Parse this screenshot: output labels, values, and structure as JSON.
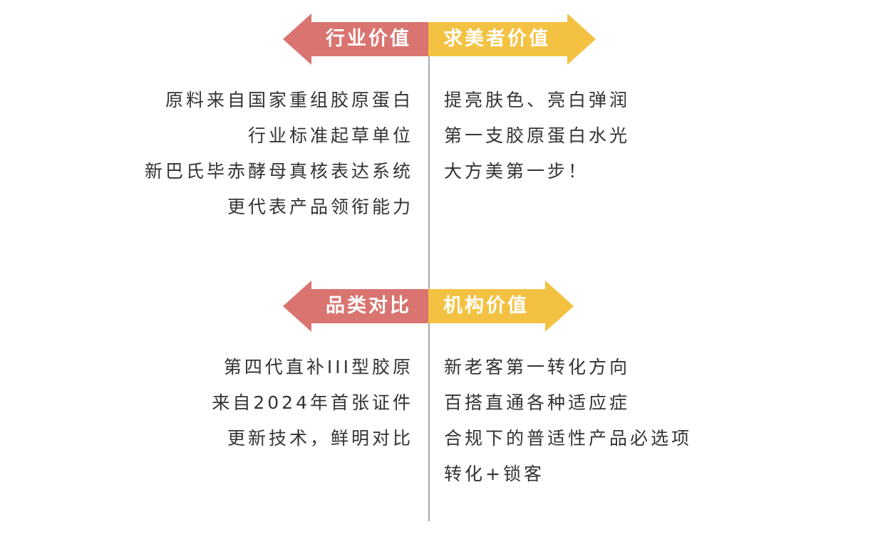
{
  "colors": {
    "industry": "#d97470",
    "value": "#f4c242",
    "divider": "#aaaaaa"
  },
  "sections": [
    {
      "left_label": "行业价值",
      "right_label": "求美者价值",
      "left_items": [
        "原料来自国家重组胶原蛋白",
        "行业标准起草单位",
        "新巴氏毕赤酵母真核表达系统",
        "更代表产品领衔能力"
      ],
      "right_items": [
        "提亮肤色、亮白弹润",
        "第一支胶原蛋白水光",
        "大方美第一步！"
      ]
    },
    {
      "left_label": "品类对比",
      "right_label": "机构价值",
      "left_items": [
        "第四代直补III型胶原",
        "来自2024年首张证件",
        "更新技术，鲜明对比"
      ],
      "right_items": [
        "新老客第一转化方向",
        "百搭直通各种适应症",
        "合规下的普适性产品必选项",
        "转化+锁客"
      ]
    }
  ]
}
